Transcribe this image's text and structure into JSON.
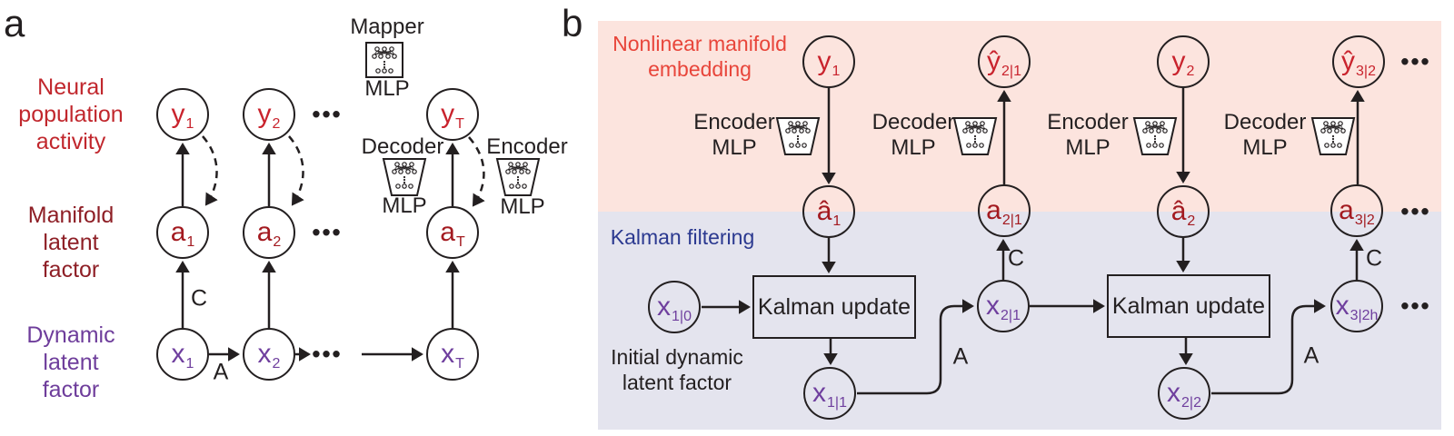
{
  "colors": {
    "neural_label": "#c1272d",
    "manifold_label": "#8e1f26",
    "dynamic_label": "#6e3d9b",
    "y_node_text": "#c9232d",
    "a_node_text": "#a31a20",
    "x_node_text": "#6f3f9e",
    "embedding_label": "#e8453a",
    "kalman_label": "#2b3990",
    "embedding_bg": "#fce4de",
    "kalman_bg": "#e4e4ee",
    "stroke": "#231f20"
  },
  "panel_a": {
    "label": "a",
    "row_labels": {
      "neural": {
        "lines": [
          "Neural",
          "population",
          "activity"
        ]
      },
      "manifold": {
        "lines": [
          "Manifold",
          "latent",
          "factor"
        ]
      },
      "dynamic": {
        "lines": [
          "Dynamic",
          "latent",
          "factor"
        ]
      }
    },
    "mapper": {
      "title": "Mapper",
      "mlp": "MLP"
    },
    "decoder": {
      "title": "Decoder",
      "mlp": "MLP"
    },
    "encoder": {
      "title": "Encoder",
      "mlp": "MLP"
    },
    "edge_labels": {
      "C": "C",
      "A": "A"
    },
    "ellipsis": "•••",
    "nodes": {
      "y1": {
        "main": "y",
        "sub": "1"
      },
      "y2": {
        "main": "y",
        "sub": "2"
      },
      "yT": {
        "main": "y",
        "sub": "T"
      },
      "a1": {
        "main": "a",
        "sub": "1"
      },
      "a2": {
        "main": "a",
        "sub": "2"
      },
      "aT": {
        "main": "a",
        "sub": "T"
      },
      "x1": {
        "main": "x",
        "sub": "1"
      },
      "x2": {
        "main": "x",
        "sub": "2"
      },
      "xT": {
        "main": "x",
        "sub": "T"
      }
    }
  },
  "panel_b": {
    "label": "b",
    "regions": {
      "embedding": {
        "lines": [
          "Nonlinear manifold",
          "embedding"
        ]
      },
      "kalman": {
        "label": "Kalman filtering"
      }
    },
    "kalman_update": "Kalman update",
    "initial_factor": {
      "lines": [
        "Initial dynamic",
        "latent factor"
      ]
    },
    "encoder": {
      "title": "Encoder",
      "mlp": "MLP"
    },
    "decoder": {
      "title": "Decoder",
      "mlp": "MLP"
    },
    "edge_labels": {
      "C": "C",
      "A": "A"
    },
    "ellipsis": "•••",
    "nodes": {
      "y1": {
        "main": "y",
        "sub": "1"
      },
      "y_hat_2_1": {
        "main": "ŷ",
        "sub": "2|1"
      },
      "y2": {
        "main": "y",
        "sub": "2"
      },
      "y_hat_3_2": {
        "main": "ŷ",
        "sub": "3|2"
      },
      "a_hat_1": {
        "main": "â",
        "sub": "1"
      },
      "a_2_1": {
        "main": "a",
        "sub": "2|1"
      },
      "a_hat_2": {
        "main": "â",
        "sub": "2"
      },
      "a_3_2": {
        "main": "a",
        "sub": "3|2"
      },
      "x_1_0": {
        "main": "x",
        "sub": "1|0"
      },
      "x_2_1": {
        "main": "x",
        "sub": "2|1"
      },
      "x_3_2h": {
        "main": "x",
        "sub": "3|2h"
      },
      "x_1_1": {
        "main": "x",
        "sub": "1|1"
      },
      "x_2_2": {
        "main": "x",
        "sub": "2|2"
      }
    }
  }
}
